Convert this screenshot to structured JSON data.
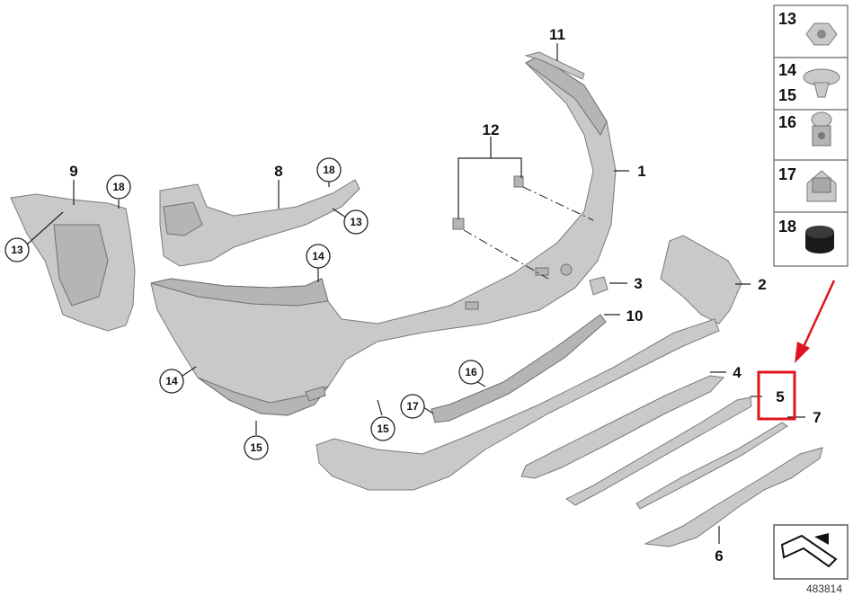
{
  "callouts": {
    "n1": "1",
    "n2": "2",
    "n3": "3",
    "n4": "4",
    "n5": "5",
    "n6": "6",
    "n7": "7",
    "n8": "8",
    "n9": "9",
    "n10": "10",
    "n11": "11",
    "n12": "12",
    "c13a": "13",
    "c13b": "13",
    "c14a": "14",
    "c14b": "14",
    "c15a": "15",
    "c15b": "15",
    "c16": "16",
    "c17": "17",
    "c18a": "18",
    "c18b": "18"
  },
  "legend": {
    "l13": "13",
    "l14": "14",
    "l15": "15",
    "l16": "16",
    "l17": "17",
    "l18": "18"
  },
  "document_id": "483814",
  "colors": {
    "highlight": "#e0141e",
    "part": "#c9c9c9"
  }
}
